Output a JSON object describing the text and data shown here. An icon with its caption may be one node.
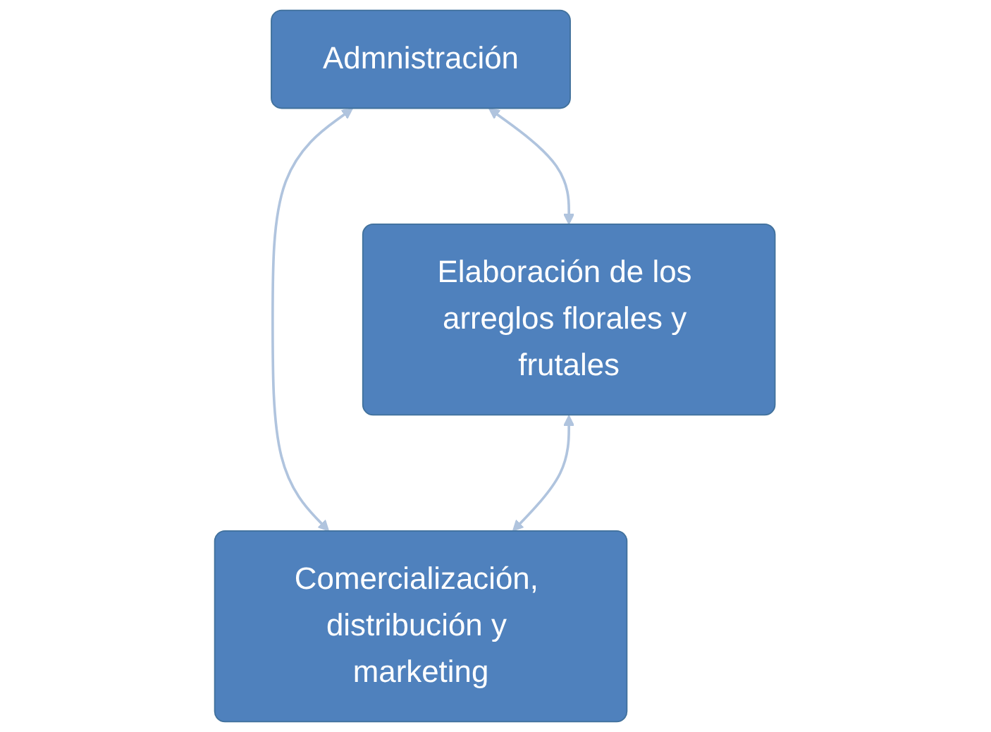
{
  "diagram": {
    "nodes": [
      {
        "text": [
          "Admnistración"
        ]
      },
      {
        "text": [
          "Elaboración de los arreglos florales y frutales"
        ]
      },
      {
        "text": [
          "Comercialización, distribución y marketing"
        ]
      }
    ],
    "edges": [
      {
        "from": 0,
        "to": 1,
        "arrow": "both"
      },
      {
        "from": 0,
        "to": 2,
        "arrow": "both"
      },
      {
        "from": 1,
        "to": 2,
        "arrow": "both"
      }
    ]
  }
}
